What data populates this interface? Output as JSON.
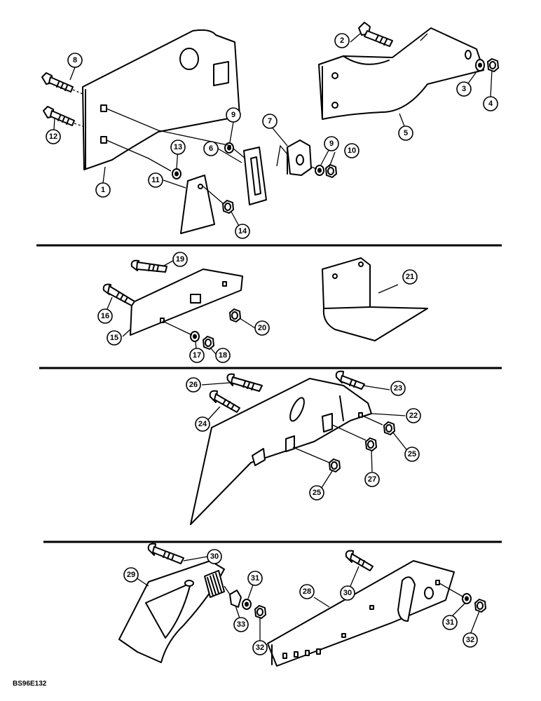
{
  "figure_code": "BS96E132",
  "callouts": [
    "1",
    "2",
    "3",
    "4",
    "5",
    "6",
    "7",
    "8",
    "9",
    "9",
    "10",
    "11",
    "12",
    "13",
    "14",
    "15",
    "16",
    "17",
    "18",
    "19",
    "20",
    "21",
    "22",
    "23",
    "24",
    "25",
    "25",
    "26",
    "27",
    "28",
    "29",
    "30",
    "30",
    "31",
    "31",
    "32",
    "32",
    "33"
  ]
}
